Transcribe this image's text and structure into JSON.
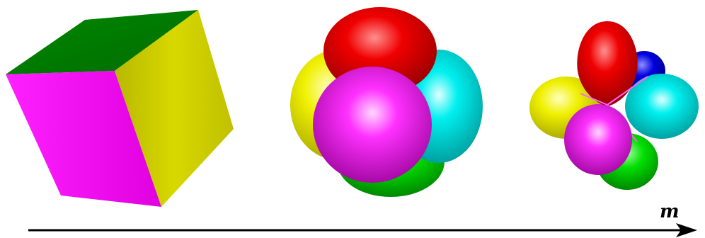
{
  "axis": {
    "label": "m"
  },
  "colors": {
    "red": "#e00000",
    "green": "#008000",
    "yellow": "#e8e800",
    "magenta": "#ff00ff",
    "cyan": "#00e0e0",
    "blue": "#0000d0",
    "lime": "#00d000",
    "olive": "#c8c800"
  },
  "shapes": [
    {
      "kind": "cube"
    },
    {
      "kind": "sphere-cluster"
    },
    {
      "kind": "lobe-cluster"
    }
  ]
}
